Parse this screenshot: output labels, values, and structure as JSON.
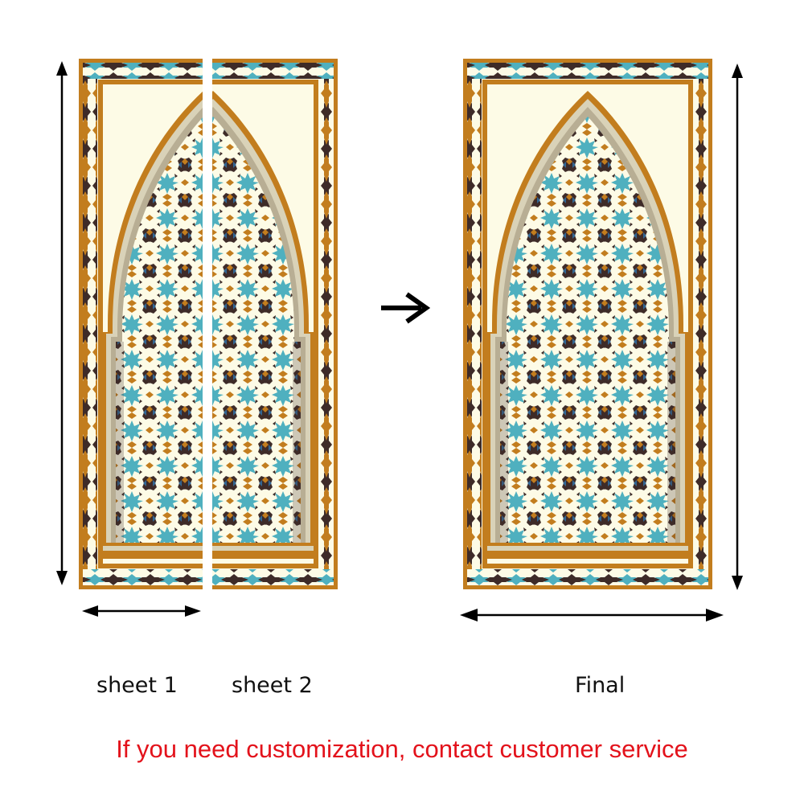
{
  "diagram": {
    "panels": [
      {
        "id": "sheet1",
        "label": "sheet 1",
        "part": "left-half"
      },
      {
        "id": "sheet2",
        "label": "sheet 2",
        "part": "right-half"
      },
      {
        "id": "final",
        "label": "Final",
        "part": "full"
      }
    ],
    "transition_icon": "arrow-right-icon",
    "dimension_arrows": [
      {
        "name": "sheets-height-arrow",
        "orientation": "vertical"
      },
      {
        "name": "sheet1-width-arrow",
        "orientation": "horizontal"
      },
      {
        "name": "final-height-arrow",
        "orientation": "vertical"
      },
      {
        "name": "final-width-arrow",
        "orientation": "horizontal"
      }
    ]
  },
  "labels": {
    "sheet1": "sheet 1",
    "sheet2": "sheet 2",
    "final": "Final"
  },
  "notice": "If you need customization, contact customer service",
  "colors": {
    "frame_gold": "#c27d1e",
    "cream": "#fdfbe6",
    "teal": "#4fb0bf",
    "dark_brown": "#3e2b28",
    "blue": "#2f7fc0",
    "taupe": "#b8ae94",
    "notice_red": "#e3121b"
  }
}
